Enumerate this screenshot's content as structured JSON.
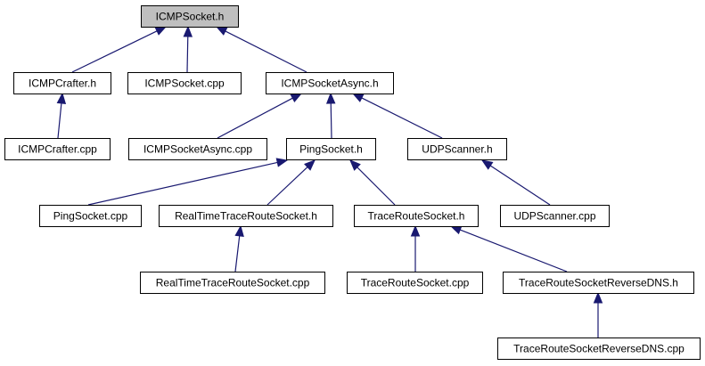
{
  "diagram": {
    "nodes": [
      {
        "id": "icmpsocket_h",
        "label": "ICMPSocket.h",
        "highlighted": true
      },
      {
        "id": "icmpcrafter_h",
        "label": "ICMPCrafter.h"
      },
      {
        "id": "icmpsocket_cpp",
        "label": "ICMPSocket.cpp"
      },
      {
        "id": "icmpsocketasync_h",
        "label": "ICMPSocketAsync.h"
      },
      {
        "id": "icmpcrafter_cpp",
        "label": "ICMPCrafter.cpp"
      },
      {
        "id": "icmpsocketasync_cpp",
        "label": "ICMPSocketAsync.cpp"
      },
      {
        "id": "pingsocket_h",
        "label": "PingSocket.h"
      },
      {
        "id": "udpscanner_h",
        "label": "UDPScanner.h"
      },
      {
        "id": "pingsocket_cpp",
        "label": "PingSocket.cpp"
      },
      {
        "id": "realtimetraceroutesocket_h",
        "label": "RealTimeTraceRouteSocket.h"
      },
      {
        "id": "traceroutesocket_h",
        "label": "TraceRouteSocket.h"
      },
      {
        "id": "udpscanner_cpp",
        "label": "UDPScanner.cpp"
      },
      {
        "id": "realtimetraceroutesocket_cpp",
        "label": "RealTimeTraceRouteSocket.cpp"
      },
      {
        "id": "traceroutesocket_cpp",
        "label": "TraceRouteSocket.cpp"
      },
      {
        "id": "traceroutesocketreversedns_h",
        "label": "TraceRouteSocketReverseDNS.h"
      },
      {
        "id": "traceroutesocketreversedns_cpp",
        "label": "TraceRouteSocketReverseDNS.cpp"
      }
    ],
    "edges": [
      {
        "from": "icmpcrafter_h",
        "to": "icmpsocket_h"
      },
      {
        "from": "icmpsocket_cpp",
        "to": "icmpsocket_h"
      },
      {
        "from": "icmpsocketasync_h",
        "to": "icmpsocket_h"
      },
      {
        "from": "icmpcrafter_cpp",
        "to": "icmpcrafter_h"
      },
      {
        "from": "icmpsocketasync_cpp",
        "to": "icmpsocketasync_h"
      },
      {
        "from": "pingsocket_h",
        "to": "icmpsocketasync_h"
      },
      {
        "from": "udpscanner_h",
        "to": "icmpsocketasync_h"
      },
      {
        "from": "pingsocket_cpp",
        "to": "pingsocket_h"
      },
      {
        "from": "realtimetraceroutesocket_h",
        "to": "pingsocket_h"
      },
      {
        "from": "traceroutesocket_h",
        "to": "pingsocket_h"
      },
      {
        "from": "udpscanner_cpp",
        "to": "udpscanner_h"
      },
      {
        "from": "realtimetraceroutesocket_cpp",
        "to": "realtimetraceroutesocket_h"
      },
      {
        "from": "traceroutesocket_cpp",
        "to": "traceroutesocket_h"
      },
      {
        "from": "traceroutesocketreversedns_h",
        "to": "traceroutesocket_h"
      },
      {
        "from": "traceroutesocketreversedns_cpp",
        "to": "traceroutesocketreversedns_h"
      }
    ],
    "colors": {
      "edge": "#191970",
      "highlight_fill": "#bfbfbf",
      "node_fill": "#ffffff",
      "node_border": "#000000"
    }
  }
}
